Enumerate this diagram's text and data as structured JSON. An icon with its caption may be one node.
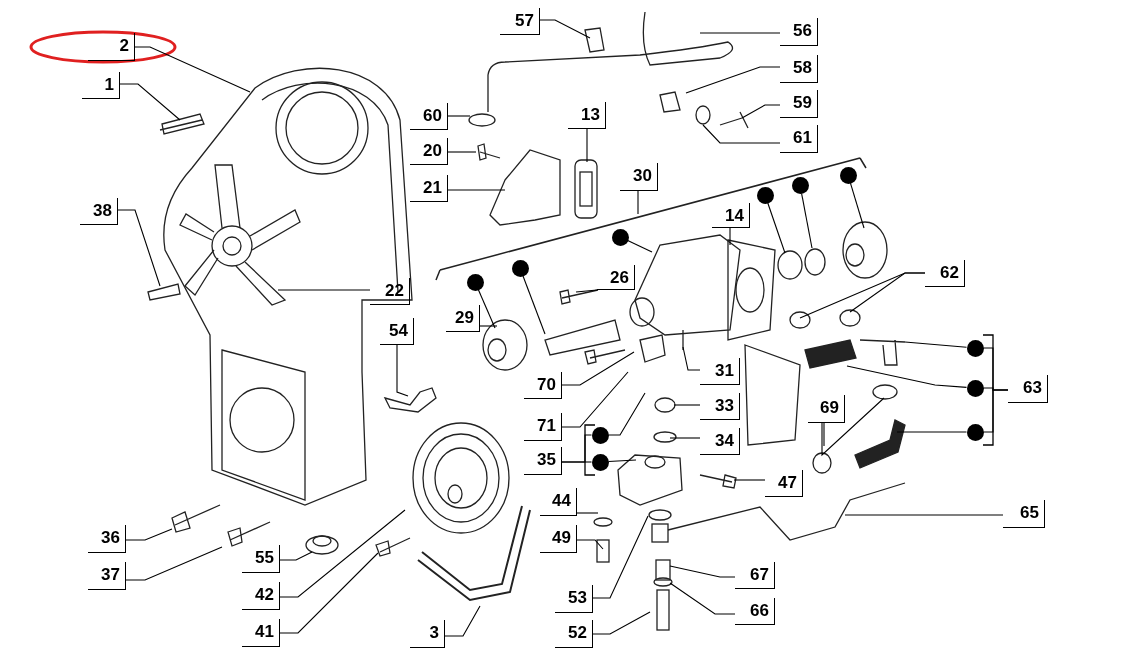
{
  "diagram": {
    "nodes": [
      {
        "text": [
          "2"
        ]
      },
      {
        "text": [
          "1"
        ]
      },
      {
        "text": [
          "57"
        ]
      },
      {
        "text": [
          "56"
        ]
      },
      {
        "text": [
          "58"
        ]
      },
      {
        "text": [
          "60"
        ]
      },
      {
        "text": [
          "59"
        ]
      },
      {
        "text": [
          "13"
        ]
      },
      {
        "text": [
          "61"
        ]
      },
      {
        "text": [
          "20"
        ]
      },
      {
        "text": [
          "30"
        ]
      },
      {
        "text": [
          "21"
        ]
      },
      {
        "text": [
          "38"
        ]
      },
      {
        "text": [
          "14"
        ]
      },
      {
        "text": [
          "26"
        ]
      },
      {
        "text": [
          "62"
        ]
      },
      {
        "text": [
          "22"
        ]
      },
      {
        "text": [
          "54"
        ]
      },
      {
        "text": [
          "29"
        ]
      },
      {
        "text": [
          "70"
        ]
      },
      {
        "text": [
          "31"
        ]
      },
      {
        "text": [
          "71"
        ]
      },
      {
        "text": [
          "33"
        ]
      },
      {
        "text": [
          "69"
        ]
      },
      {
        "text": [
          "63"
        ]
      },
      {
        "text": [
          "34"
        ]
      },
      {
        "text": [
          "35"
        ]
      },
      {
        "text": [
          "47"
        ]
      },
      {
        "text": [
          "44"
        ]
      },
      {
        "text": [
          "65"
        ]
      },
      {
        "text": [
          "49"
        ]
      },
      {
        "text": [
          "55"
        ]
      },
      {
        "text": [
          "36"
        ]
      },
      {
        "text": [
          "37"
        ]
      },
      {
        "text": [
          "42"
        ]
      },
      {
        "text": [
          "67"
        ]
      },
      {
        "text": [
          "53"
        ]
      },
      {
        "text": [
          "66"
        ]
      },
      {
        "text": [
          "41"
        ]
      },
      {
        "text": [
          "3"
        ]
      },
      {
        "text": [
          "52"
        ]
      },
      {
        "text": [],
        "shape": "circle"
      },
      {
        "text": [],
        "shape": "circle"
      },
      {
        "text": [],
        "shape": "circle"
      },
      {
        "text": [],
        "shape": "circle"
      },
      {
        "text": [],
        "shape": "circle"
      },
      {
        "text": [],
        "shape": "circle"
      },
      {
        "text": [],
        "shape": "circle"
      },
      {
        "text": [],
        "shape": "circle"
      },
      {
        "text": [],
        "shape": "circle"
      },
      {
        "text": [],
        "shape": "circle"
      },
      {
        "text": [],
        "shape": "circle"
      }
    ],
    "edges": [
      {
        "from": 0,
        "to": null,
        "arrow": "none"
      },
      {
        "from": 1,
        "to": null,
        "arrow": "none"
      },
      {
        "from": 2,
        "to": null,
        "arrow": "none"
      },
      {
        "from": 3,
        "to": null,
        "arrow": "none"
      },
      {
        "from": 4,
        "to": null,
        "arrow": "none"
      },
      {
        "from": 5,
        "to": null,
        "arrow": "none"
      },
      {
        "from": 6,
        "to": null,
        "arrow": "none"
      },
      {
        "from": 7,
        "to": null,
        "arrow": "none"
      },
      {
        "from": 8,
        "to": null,
        "arrow": "none"
      },
      {
        "from": 9,
        "to": null,
        "arrow": "none"
      },
      {
        "from": 10,
        "to": null,
        "arrow": "none"
      },
      {
        "from": 11,
        "to": null,
        "arrow": "none"
      },
      {
        "from": 12,
        "to": null,
        "arrow": "none"
      },
      {
        "from": 13,
        "to": null,
        "arrow": "none"
      },
      {
        "from": 14,
        "to": null,
        "arrow": "none"
      },
      {
        "from": 15,
        "to": null,
        "arrow": "none"
      },
      {
        "from": 15,
        "to": null,
        "arrow": "none"
      },
      {
        "from": 16,
        "to": null,
        "arrow": "none"
      },
      {
        "from": 17,
        "to": null,
        "arrow": "none"
      },
      {
        "from": 18,
        "to": null,
        "arrow": "none"
      },
      {
        "from": 19,
        "to": null,
        "arrow": "none"
      },
      {
        "from": 20,
        "to": null,
        "arrow": "none"
      },
      {
        "from": 21,
        "to": null,
        "arrow": "none"
      },
      {
        "from": 22,
        "to": null,
        "arrow": "none"
      },
      {
        "from": 23,
        "to": null,
        "arrow": "none"
      },
      {
        "from": 23,
        "to": null,
        "arrow": "none"
      },
      {
        "from": 24,
        "to": 49,
        "arrow": "none"
      },
      {
        "from": 24,
        "to": 50,
        "arrow": "none"
      },
      {
        "from": 24,
        "to": 51,
        "arrow": "none"
      },
      {
        "from": 25,
        "to": null,
        "arrow": "none"
      },
      {
        "from": 26,
        "to": 47,
        "arrow": "none"
      },
      {
        "from": 26,
        "to": 48,
        "arrow": "none"
      },
      {
        "from": 27,
        "to": null,
        "arrow": "none"
      },
      {
        "from": 28,
        "to": null,
        "arrow": "none"
      },
      {
        "from": 29,
        "to": null,
        "arrow": "none"
      },
      {
        "from": 30,
        "to": null,
        "arrow": "none"
      },
      {
        "from": 31,
        "to": null,
        "arrow": "none"
      },
      {
        "from": 32,
        "to": null,
        "arrow": "none"
      },
      {
        "from": 33,
        "to": null,
        "arrow": "none"
      },
      {
        "from": 34,
        "to": null,
        "arrow": "none"
      },
      {
        "from": 35,
        "to": null,
        "arrow": "none"
      },
      {
        "from": 36,
        "to": null,
        "arrow": "none"
      },
      {
        "from": 37,
        "to": null,
        "arrow": "none"
      },
      {
        "from": 38,
        "to": null,
        "arrow": "none"
      },
      {
        "from": 39,
        "to": null,
        "arrow": "none"
      },
      {
        "from": 40,
        "to": null,
        "arrow": "none"
      },
      {
        "from": 41,
        "to": null,
        "arrow": "none"
      },
      {
        "from": 42,
        "to": null,
        "arrow": "none"
      },
      {
        "from": 43,
        "to": null,
        "arrow": "none"
      },
      {
        "from": 44,
        "to": null,
        "arrow": "none"
      },
      {
        "from": 45,
        "to": null,
        "arrow": "none"
      },
      {
        "from": 46,
        "to": null,
        "arrow": "none"
      },
      {
        "from": 47,
        "to": null,
        "arrow": "none"
      },
      {
        "from": 48,
        "to": null,
        "arrow": "none"
      },
      {
        "from": 49,
        "to": null,
        "arrow": "none"
      },
      {
        "from": 50,
        "to": null,
        "arrow": "none"
      },
      {
        "from": 51,
        "to": null,
        "arrow": "none"
      }
    ]
  }
}
